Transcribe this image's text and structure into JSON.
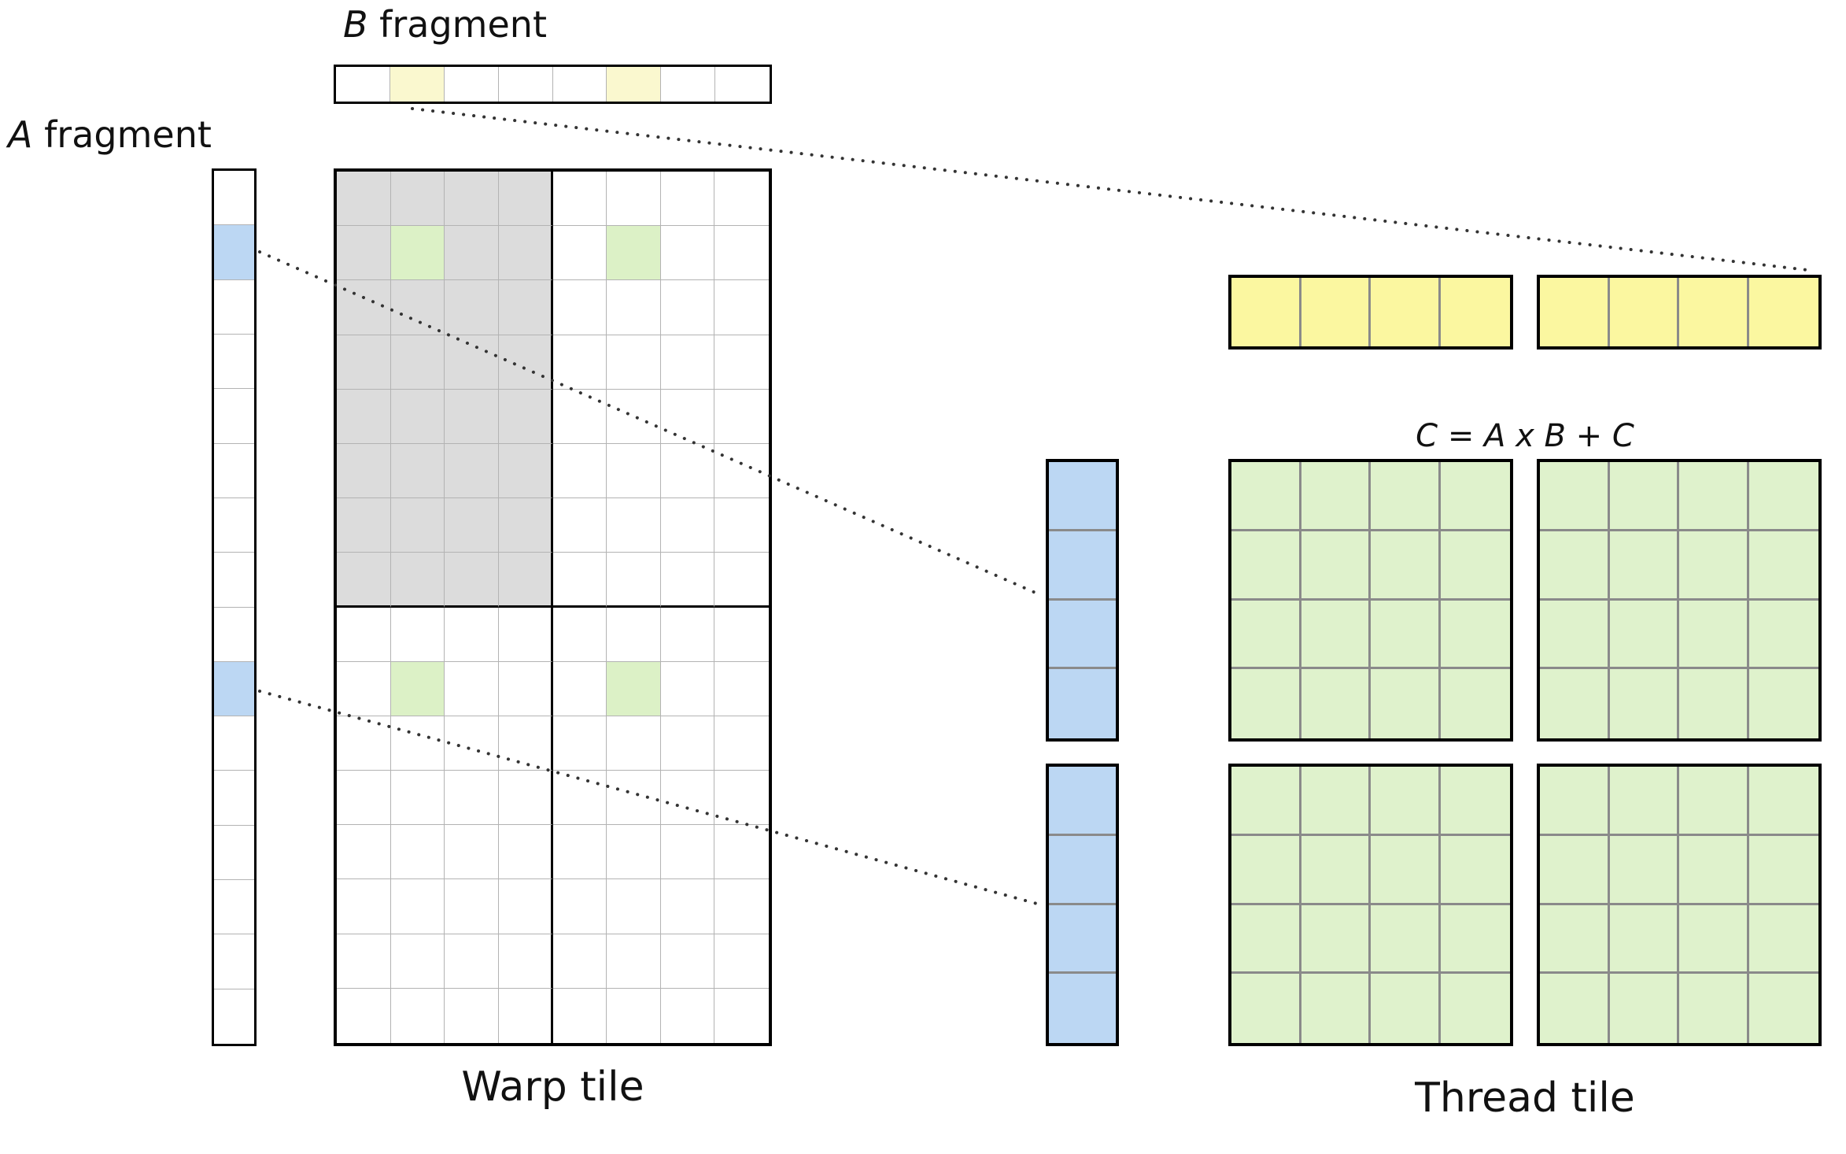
{
  "labels": {
    "b_letter": "B",
    "a_letter": "A",
    "fragment_word": " fragment",
    "equation": "C = A x B + C",
    "warp_tile": "Warp tile",
    "thread_tile": "Thread tile"
  },
  "colors": {
    "white": "#ffffff",
    "pale_yellow": "#faf8cf",
    "bright_yellow": "#fbf7a0",
    "blue": "#bcd7f3",
    "green_cell": "#dcf1c6",
    "green_block": "#dff2cc",
    "shaded_gray": "#dcdcdc",
    "thin_grid_line": "#b3b3b3",
    "inner_grid_line": "#8a8a8a",
    "border": "#000000",
    "dotted_line": "#333333"
  },
  "b_fragment_strip": {
    "cells": 8,
    "highlighted": [
      1,
      5
    ]
  },
  "a_fragment_strip": {
    "cells": 16,
    "highlighted": [
      1,
      9
    ]
  },
  "warp_tile": {
    "cols": 8,
    "rows": 16,
    "shaded_quadrant": {
      "col_start": 0,
      "col_end": 3,
      "row_start": 0,
      "row_end": 7
    },
    "green_cells": [
      [
        1,
        1
      ],
      [
        5,
        1
      ],
      [
        1,
        9
      ],
      [
        5,
        9
      ]
    ],
    "divider_after_col": 3,
    "divider_after_row": 7
  },
  "thread_tile": {
    "b_fragment_strips": {
      "count": 2,
      "cells_each": 4
    },
    "a_fragment_strips": {
      "count": 2,
      "cells_each": 4
    },
    "accumulator_blocks": {
      "count": 4,
      "rows": 4,
      "cols": 4
    }
  }
}
